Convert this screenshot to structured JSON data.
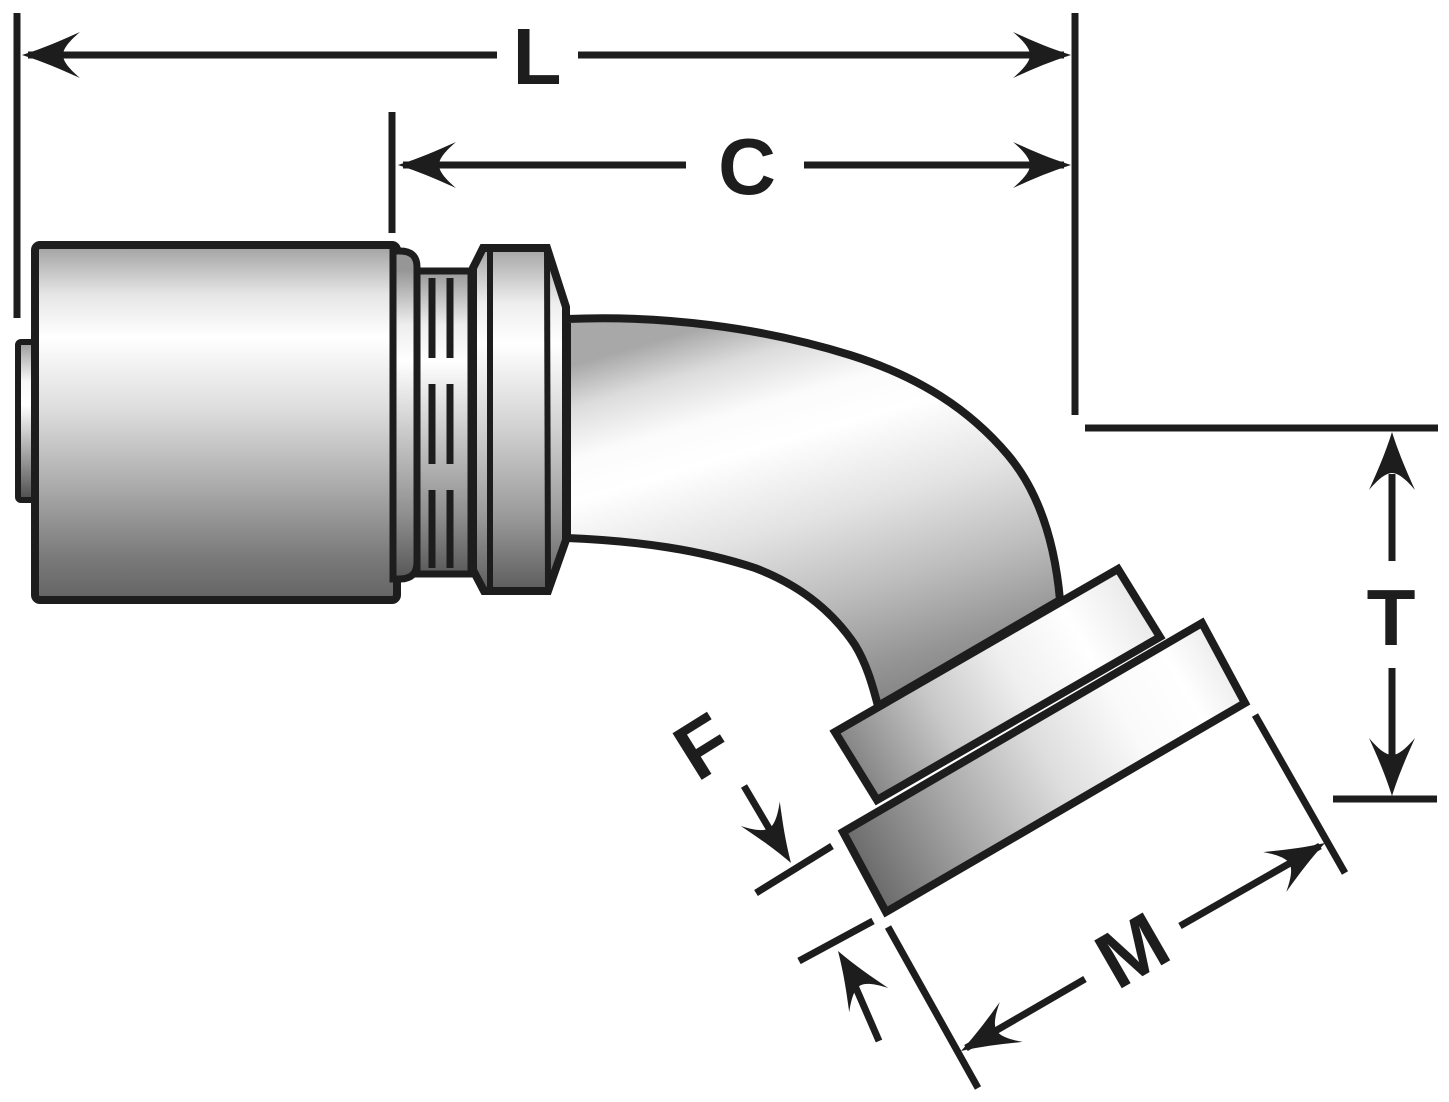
{
  "diagram": {
    "kind": "technical-dimension-drawing",
    "labels": {
      "L": "L",
      "C": "C",
      "T": "T",
      "F": "F",
      "M": "M"
    },
    "colors": {
      "outline": "#1d1d1d",
      "background": "#ffffff",
      "metal_highlight": "#ffffff",
      "metal_shadow": "#5e5e5e"
    }
  }
}
